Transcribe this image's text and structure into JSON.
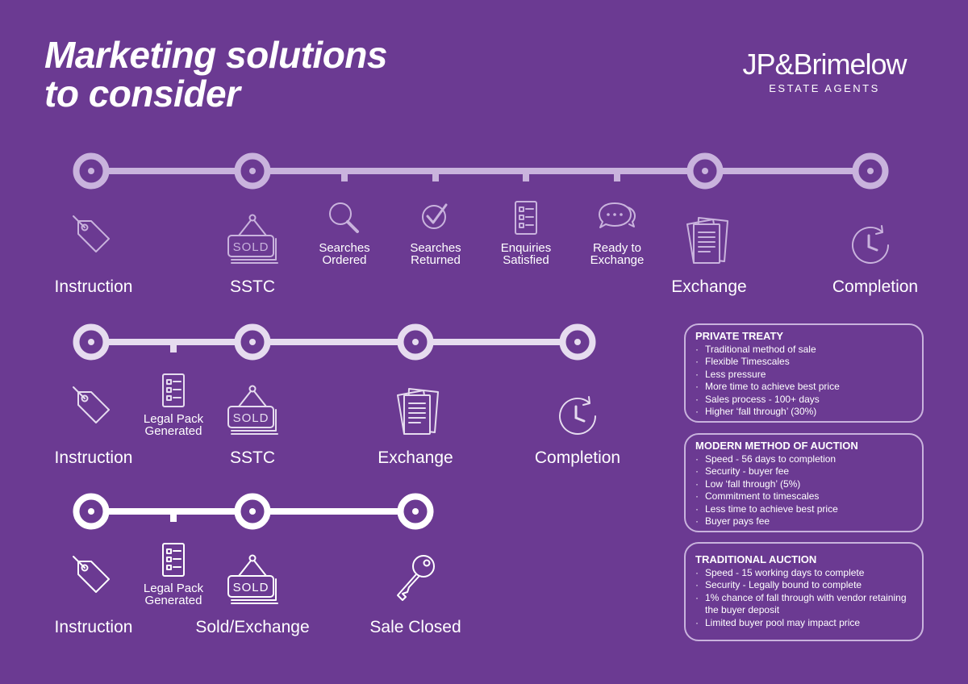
{
  "title": [
    "Marketing solutions",
    "to consider"
  ],
  "logo": {
    "main": "JP&Brimelow",
    "sub": "ESTATE AGENTS"
  },
  "colors": {
    "background": "#6b3a92",
    "timeline_1": "#c9b3dd",
    "timeline_2": "#e6dcef",
    "timeline_3": "#ffffff",
    "box_border": "#c9b3dd"
  },
  "timelines": [
    {
      "nodes": [
        {
          "type": "milestone",
          "label": "Instruction",
          "icon": "price-tag-icon"
        },
        {
          "type": "milestone",
          "label": "SSTC",
          "icon": "sold-sign-icon"
        },
        {
          "type": "step",
          "label": [
            "Searches",
            "Ordered"
          ],
          "icon": "magnifier-icon"
        },
        {
          "type": "step",
          "label": [
            "Searches",
            "Returned"
          ],
          "icon": "check-circle-icon"
        },
        {
          "type": "step",
          "label": [
            "Enquiries",
            "Satisfied"
          ],
          "icon": "checklist-icon"
        },
        {
          "type": "step",
          "label": [
            "Ready to",
            "Exchange"
          ],
          "icon": "chat-bubbles-icon"
        },
        {
          "type": "milestone",
          "label": "Exchange",
          "icon": "documents-icon"
        },
        {
          "type": "milestone",
          "label": "Completion",
          "icon": "clock-arrow-icon"
        }
      ]
    },
    {
      "nodes": [
        {
          "type": "milestone",
          "label": "Instruction",
          "icon": "price-tag-icon"
        },
        {
          "type": "step",
          "label": [
            "Legal Pack",
            "Generated"
          ],
          "icon": "checklist-icon"
        },
        {
          "type": "milestone",
          "label": "SSTC",
          "icon": "sold-sign-icon"
        },
        {
          "type": "milestone",
          "label": "Exchange",
          "icon": "documents-icon"
        },
        {
          "type": "milestone",
          "label": "Completion",
          "icon": "clock-arrow-icon"
        }
      ]
    },
    {
      "nodes": [
        {
          "type": "milestone",
          "label": "Instruction",
          "icon": "price-tag-icon"
        },
        {
          "type": "step",
          "label": [
            "Legal Pack",
            "Generated"
          ],
          "icon": "checklist-icon"
        },
        {
          "type": "milestone",
          "label": "Sold/Exchange",
          "icon": "sold-sign-icon"
        },
        {
          "type": "milestone",
          "label": "Sale Closed",
          "icon": "key-icon"
        }
      ]
    }
  ],
  "sold_sign_text": "SOLD",
  "boxes": [
    {
      "heading": "PRIVATE TREATY",
      "items": [
        "Traditional method of sale",
        "Flexible Timescales",
        "Less pressure",
        "More time to achieve best price",
        "Sales process - 100+ days",
        "Higher ‘fall through’ (30%)"
      ]
    },
    {
      "heading": "MODERN METHOD OF AUCTION",
      "items": [
        "Speed - 56 days to completion",
        "Security - buyer fee",
        "Low ‘fall through’ (5%)",
        "Commitment to timescales",
        "Less time to achieve best price",
        "Buyer pays fee"
      ]
    },
    {
      "heading": "TRADITIONAL AUCTION",
      "items": [
        "Speed - 15 working days to complete",
        "Security - Legally bound to complete",
        "1% chance of fall through with vendor retaining the buyer deposit",
        "Limited buyer pool may impact price"
      ]
    }
  ]
}
